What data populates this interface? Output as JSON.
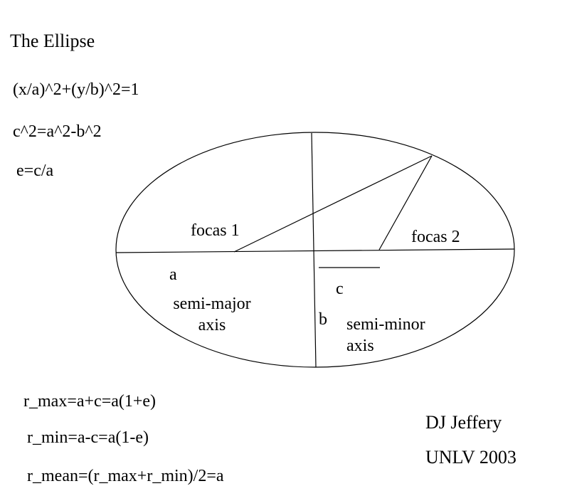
{
  "title": "The Ellipse",
  "equations": {
    "ellipse": "(x/a)^2+(y/b)^2=1",
    "focal": "c^2=a^2-b^2",
    "eccentricity": "e=c/a"
  },
  "labels": {
    "focus1": "focas 1",
    "focus2": "focas 2",
    "a": "a",
    "semi_major": "semi-major axis",
    "c": "c",
    "b": "b",
    "semi_minor": "semi-minor axis"
  },
  "formulas": {
    "r_max": "r_max=a+c=a(1+e)",
    "r_min": "r_min=a-c=a(1-e)",
    "r_mean": "r_mean=(r_max+r_min)/2=a"
  },
  "credits": {
    "author": "DJ Jeffery",
    "institution": "UNLV 2003"
  }
}
